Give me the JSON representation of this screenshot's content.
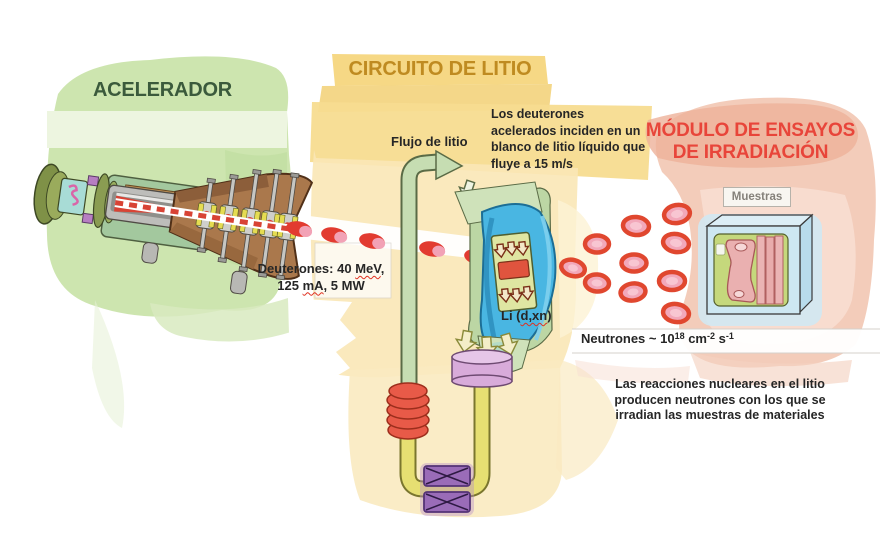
{
  "diagram": {
    "accelerator": {
      "title": "ACELERADOR",
      "beam_label_line1": [
        "Deuterones: 40 ",
        "MeV",
        ","
      ],
      "beam_label_line2": [
        "125 ",
        "mA",
        ", 5 MW"
      ]
    },
    "lithium_circuit": {
      "title": "CIRCUITO DE LITIO",
      "flow_label": "Flujo de litio",
      "description_lines": [
        "Los deuterones",
        "acelerados inciden en un",
        "blanco de litio líquido que",
        "fluye a 15 m/s"
      ],
      "target_reaction_label": [
        "Li (",
        "d,xn",
        ")"
      ]
    },
    "irradiation_module": {
      "title_lines": [
        "MÓDULO DE ENSAYOS",
        "DE IRRADIACIÓN"
      ],
      "samples_label": "Muestras",
      "neutron_flux": {
        "base1": "Neutrones ~ 10",
        "sup1": "18",
        "base2": " cm",
        "sup2": "-2",
        "base3": " s",
        "sup3": "-1"
      },
      "note_lines": [
        "Las reacciones nucleares en el litio",
        "producen neutrones con los que se",
        "irradian las muestras de materiales"
      ]
    }
  },
  "colors": {
    "accelerator_bg": "#c8e2a6",
    "accelerator_title": "#3b5a3c",
    "lithium_bg": "#f6d885",
    "lithium_title": "#bf8b21",
    "module_bg": "#f2c8b4",
    "module_title": "#e8453a",
    "body_text": "#262626",
    "spellcheck_underline": "#e03020",
    "deuteron_red": "#e23b30",
    "deuteron_pink": "#f2a2b6",
    "neutron_ring": "#e0472f",
    "neutron_fill": "#f2a8ba",
    "target_blue": "#49b6e2",
    "pipe_green": "#c6ddb2",
    "pipe_yellow": "#e6df72",
    "coil_red": "#e85a48",
    "pump_purple": "#9a6cb8",
    "tank_pink": "#d8abda",
    "samples_box_text": "#85817a"
  }
}
